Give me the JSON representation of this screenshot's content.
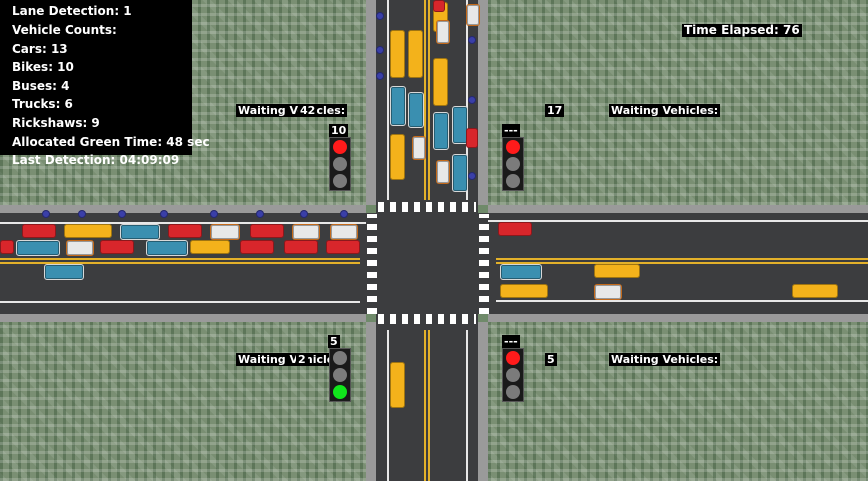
{
  "panel": {
    "lane_detection": "Lane Detection: 1",
    "vehicle_counts_title": "Vehicle Counts:",
    "cars": "Cars: 13",
    "bikes": "Bikes: 10",
    "buses": "Buses: 4",
    "trucks": "Trucks: 6",
    "rickshaws": "Rickshaws: 9",
    "allocated_green": "Allocated Green Time: 48 sec",
    "last_detection": "Last Detection: 04:09:09"
  },
  "time_elapsed": "Time Elapsed: 76",
  "waiting_label": "Waiting Vehicles:",
  "north_west": {
    "timer": "10",
    "count": "42"
  },
  "north_east": {
    "timer": "---",
    "count": "17"
  },
  "south_west": {
    "timer": "5",
    "count": "2"
  },
  "south_east": {
    "timer": "---",
    "count": "5"
  },
  "signals": {
    "north_west": "red",
    "north_east": "red",
    "south_west": "green",
    "south_east": "red"
  },
  "colors": {
    "road": "#3c3d3f",
    "grass": "#7a8f73",
    "car": "#d8262b",
    "bus": "#f3b21b",
    "truck": "#3a8fb0",
    "bike": "#3a3fa8",
    "signal_red": "#ff1b1b",
    "signal_green": "#11e51c"
  }
}
